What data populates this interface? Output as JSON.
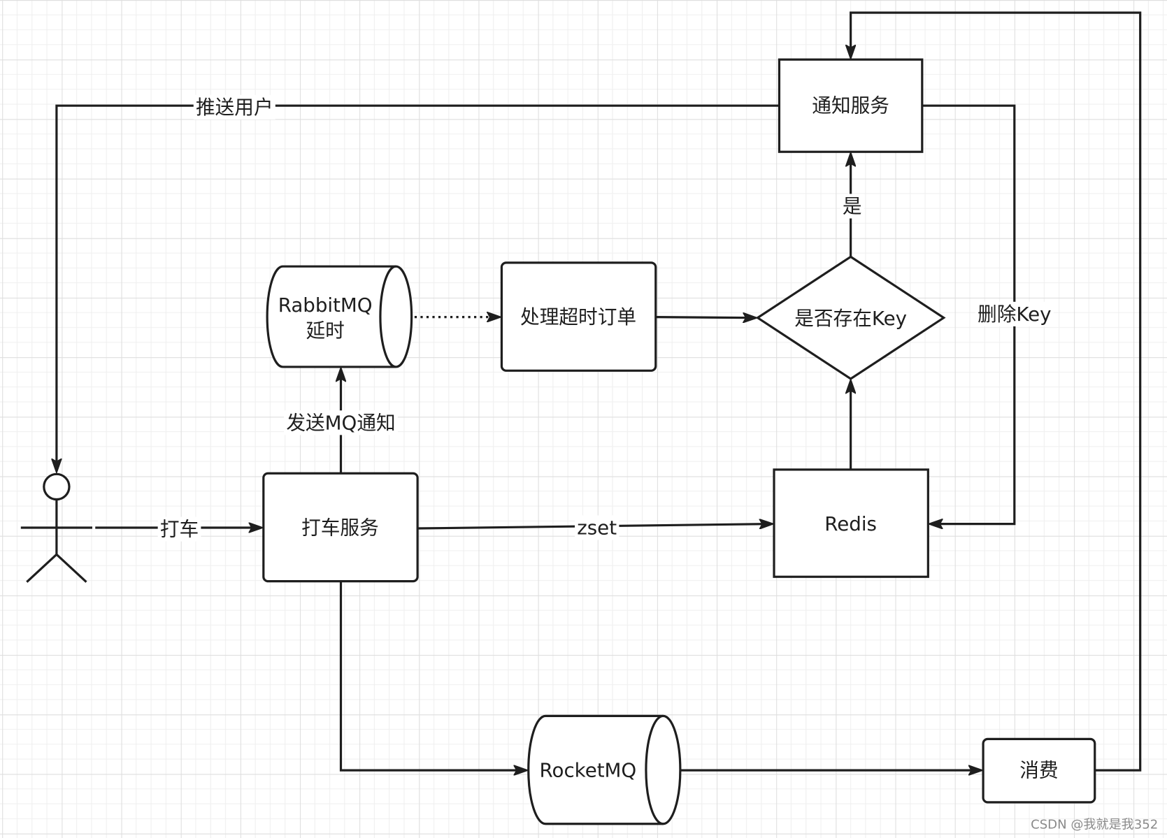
{
  "diagram": {
    "colors": {
      "stroke": "#1e1e1e",
      "text": "#1e1e1e",
      "background": "#ffffff",
      "grid_minor": "#efefef",
      "grid_major": "#dedede",
      "watermark": "#8a8a8a"
    },
    "nodes": {
      "notify_service": "通知服务",
      "rabbitmq": [
        "RabbitMQ",
        "延时"
      ],
      "handle_timeout": "处理超时订单",
      "key_exists": "是否存在Key",
      "redis": "Redis",
      "taxi_service": "打车服务",
      "rocketmq": "RocketMQ",
      "consume": "消费"
    },
    "edges": {
      "push_user": "推送用户",
      "delete_key": "删除Key",
      "yes": "是",
      "send_mq": "发送MQ通知",
      "zset": "zset",
      "hail": "打车"
    }
  },
  "watermark": {
    "text": "CSDN @我就是我352"
  }
}
